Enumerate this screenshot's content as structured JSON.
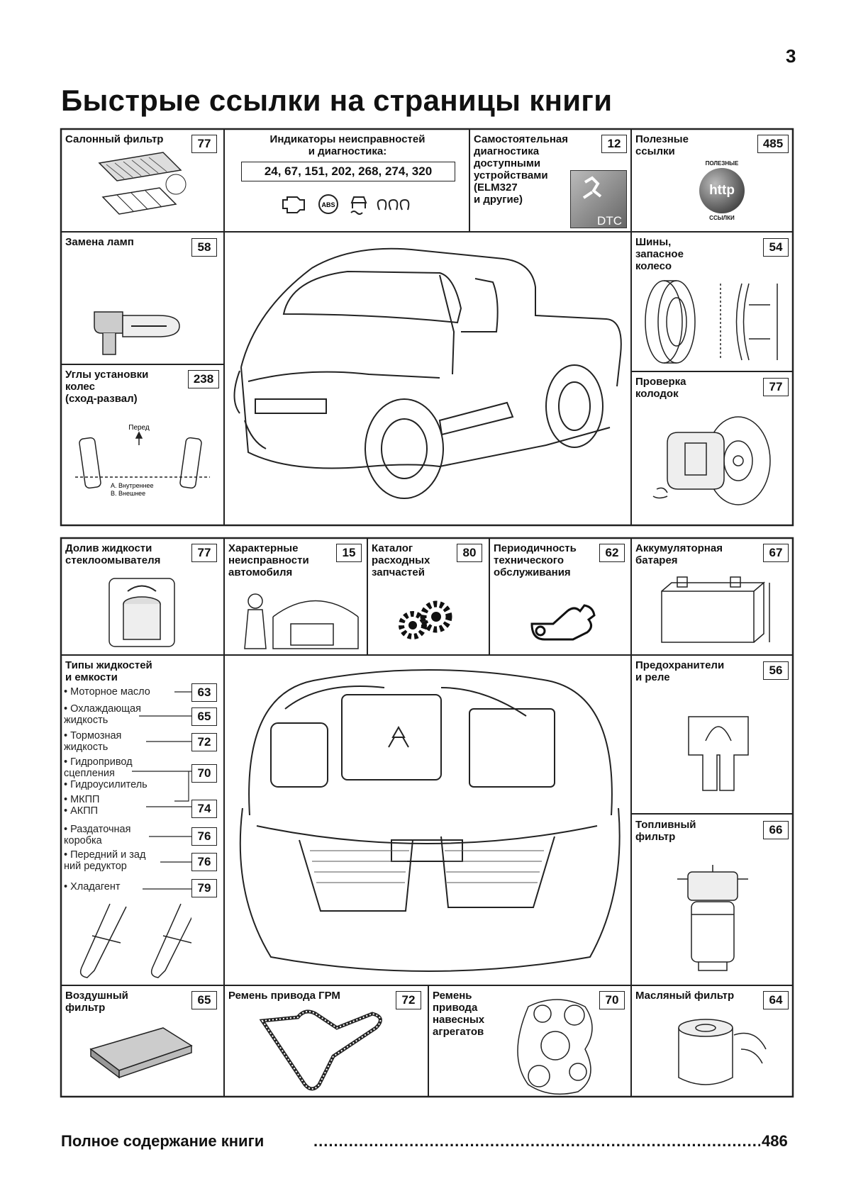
{
  "page_number": "3",
  "title": "Быстрые ссылки на страницы книги",
  "top_section": {
    "cabin_filter": {
      "label": "Салонный фильтр",
      "page": "77"
    },
    "fault_indicators": {
      "label": "Индикаторы неисправностей\nи диагностика:",
      "pages": "24, 67, 151, 202, 268, 274, 320",
      "icon_label": "ABS"
    },
    "self_diagnosis": {
      "label": "Самостоятельная\nдиагностика\nдоступными\nустройствами\n(ELM327\nи другие)",
      "page": "12",
      "icon_label": "DTC"
    },
    "useful_links": {
      "label": "Полезные\nссылки",
      "page": "485",
      "badge_top": "ПОЛЕЗНЫЕ",
      "badge_mid": "http",
      "badge_bottom": "ССЫЛКИ"
    },
    "lamp_replacement": {
      "label": "Замена ламп",
      "page": "58"
    },
    "tires": {
      "label": "Шины,\nзапасное\nколесо",
      "page": "54"
    },
    "wheel_alignment": {
      "label": "Углы установки\nколес\n(сход-развал)",
      "page": "238",
      "front_label": "Перед",
      "legend_a": "A. Внутреннее",
      "legend_b": "B. Внешнее"
    },
    "pad_check": {
      "label": "Проверка\nколодок",
      "page": "77"
    }
  },
  "bottom_section": {
    "washer_fluid": {
      "label": "Долив жидкости\nстеклоомывателя",
      "page": "77"
    },
    "typical_faults": {
      "label": "Характерные\nнеисправности\nавтомобиля",
      "page": "15"
    },
    "parts_catalog": {
      "label": "Каталог\nрасходных\nзапчастей",
      "page": "80"
    },
    "maintenance": {
      "label": "Периодичность\nтехнического\nобслуживания",
      "page": "62"
    },
    "battery": {
      "label": "Аккумуляторная\nбатарея",
      "page": "67"
    },
    "fluids": {
      "label": "Типы жидкостей\nи емкости",
      "items": [
        {
          "text": "• Моторное масло",
          "page": "63"
        },
        {
          "text": "• Охлаждающая\n  жидкость",
          "page": "65"
        },
        {
          "text": "• Тормозная\n  жидкость",
          "page": "72"
        },
        {
          "text": "• Гидропривод\n  сцепления\n• Гидроусилитель",
          "page": "70"
        },
        {
          "text": "• МКПП\n• АКПП",
          "page": "74"
        },
        {
          "text": "• Раздаточная\n  коробка",
          "page": "76"
        },
        {
          "text": "• Передний и зад\n  ний редуктор",
          "page": "76"
        },
        {
          "text": "• Хладагент",
          "page": "79"
        }
      ]
    },
    "fuses": {
      "label": "Предохранители\nи реле",
      "page": "56"
    },
    "fuel_filter": {
      "label": "Топливный\nфильтр",
      "page": "66"
    },
    "air_filter": {
      "label": "Воздушный\nфильтр",
      "page": "65"
    },
    "timing_belt": {
      "label": "Ремень привода ГРМ",
      "page": "72"
    },
    "accessory_belt": {
      "label": "Ремень\nпривода\nнавесных\nагрегатов",
      "page": "70"
    },
    "oil_filter": {
      "label": "Масляный фильтр",
      "page": "64"
    }
  },
  "footer": {
    "label": "Полное содержание книги",
    "page": "486"
  }
}
